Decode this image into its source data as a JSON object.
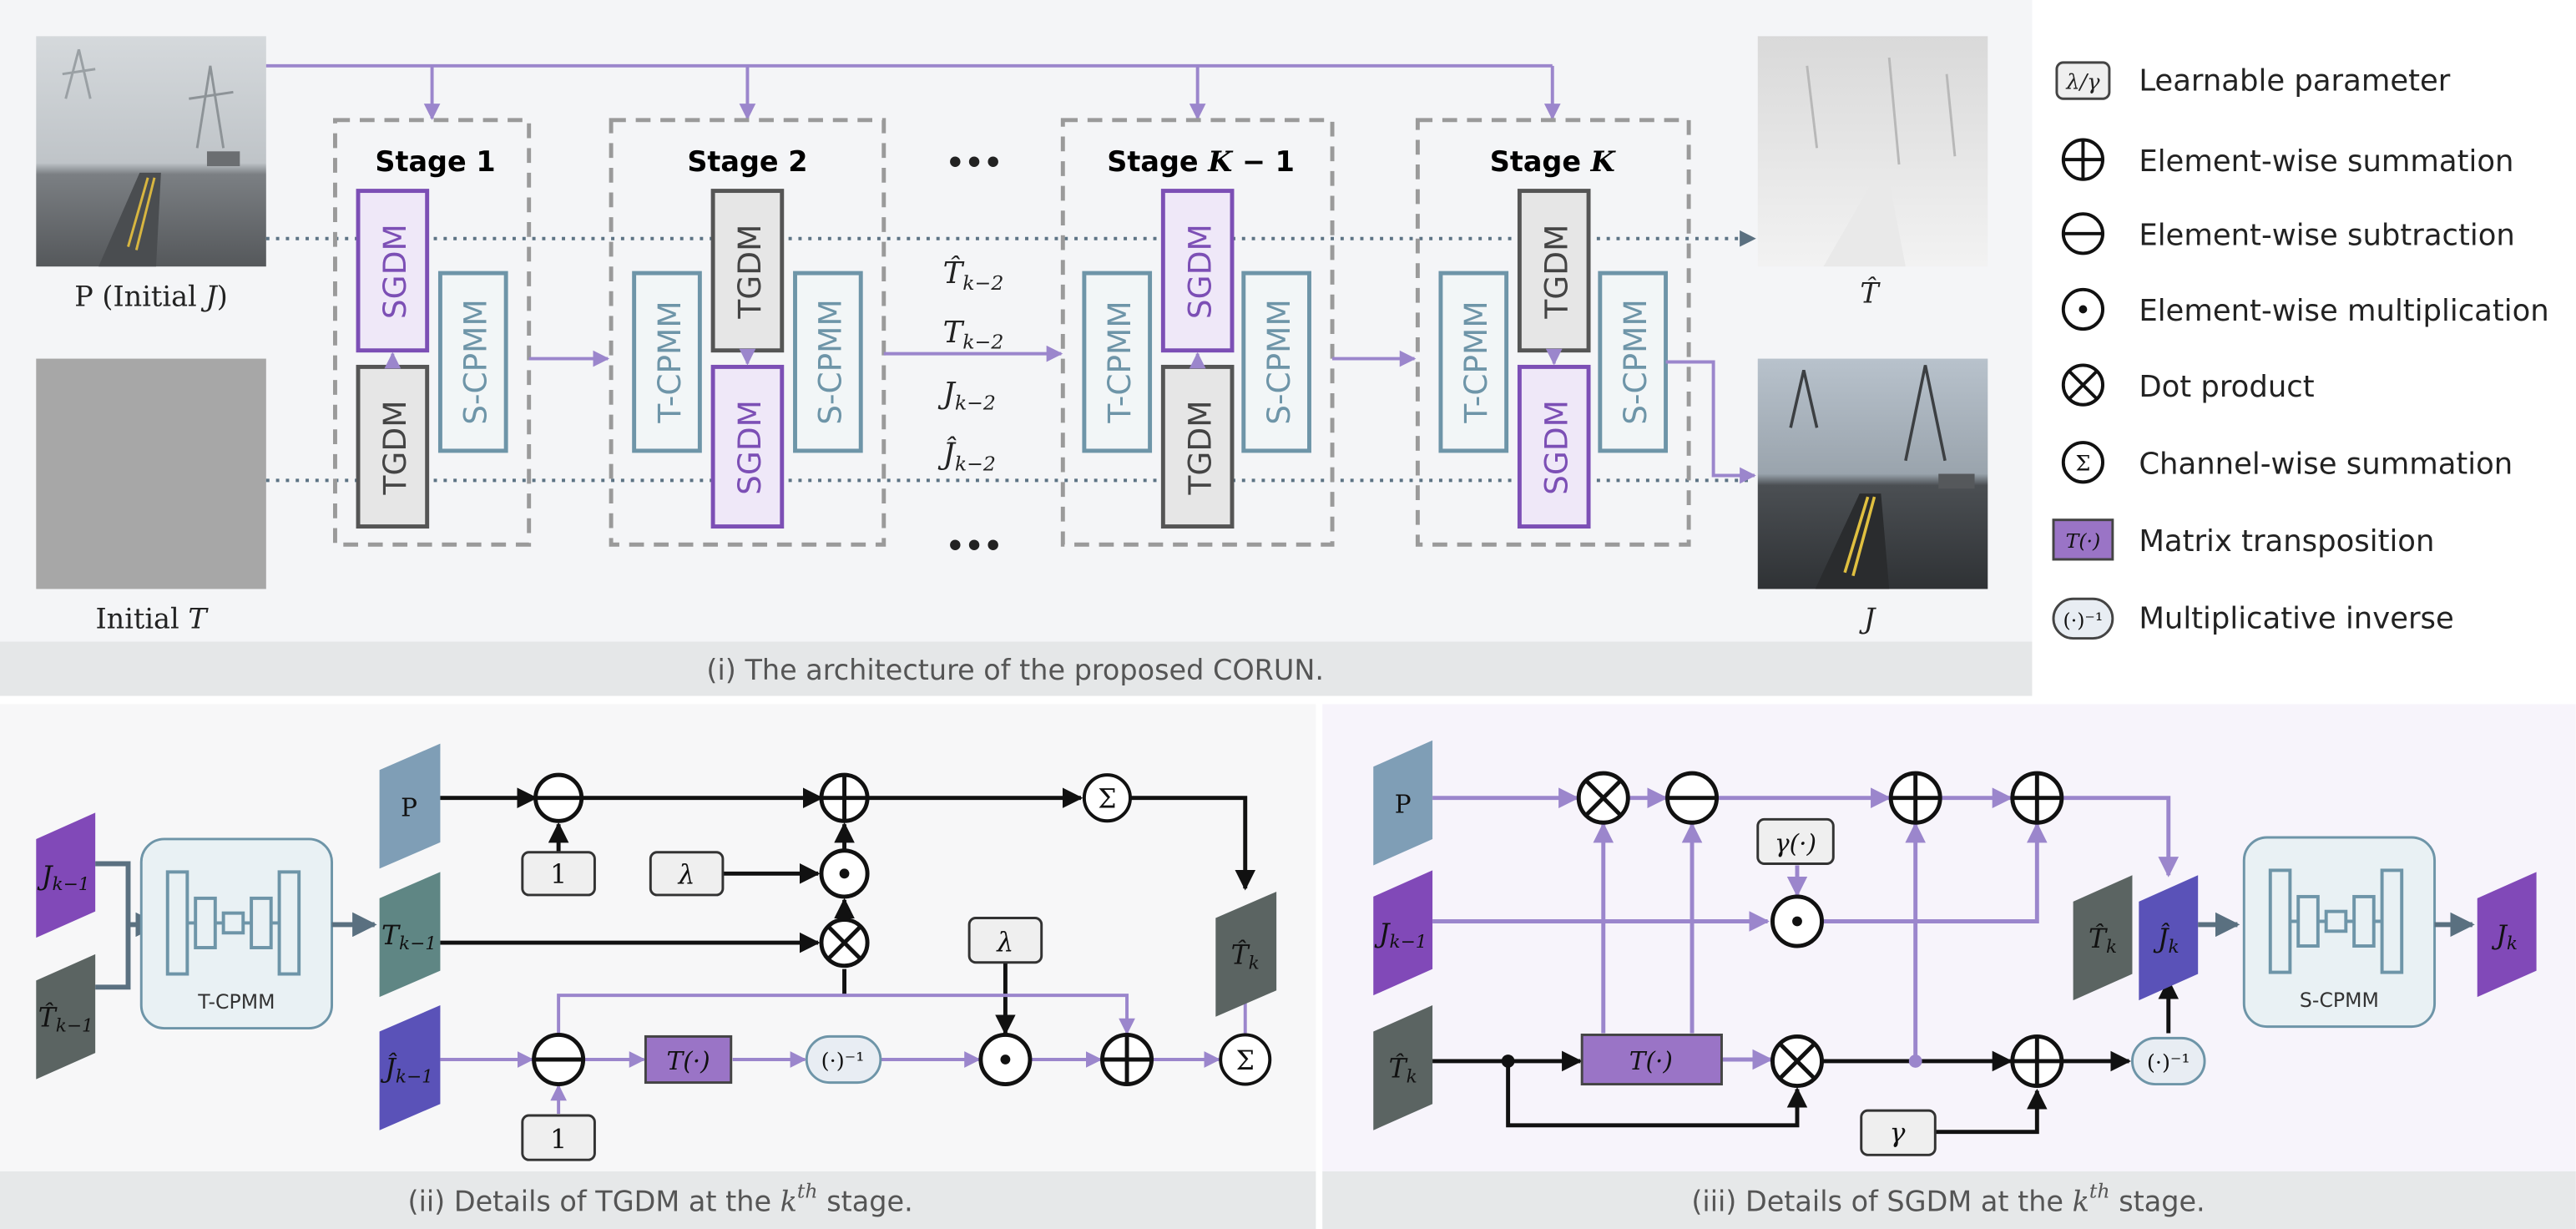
{
  "panel1": {
    "caption": "(i) The architecture of the proposed CORUN.",
    "input_p_label": "P (Initial ",
    "input_p_var": "J",
    "input_p_close": ")",
    "input_t_label": "Initial ",
    "input_t_var": "T",
    "output_t_label": "T̂",
    "output_j_label": "J",
    "ellipsis": "•••",
    "stages": [
      {
        "title": "Stage 1",
        "modules": [
          "SGDM",
          "TGDM",
          "S-CPMM"
        ]
      },
      {
        "title": "Stage 2",
        "modules": [
          "T-CPMM",
          "TGDM",
          "SGDM",
          "S-CPMM"
        ]
      },
      {
        "title": "Stage ",
        "title_var": "K",
        "title_suffix": " − 1",
        "modules": [
          "T-CPMM",
          "SGDM",
          "TGDM",
          "S-CPMM"
        ]
      },
      {
        "title": "Stage ",
        "title_var": "K",
        "modules": [
          "T-CPMM",
          "TGDM",
          "SGDM",
          "S-CPMM"
        ]
      }
    ],
    "mid_vars": [
      {
        "base": "T̂",
        "sub": "k−2"
      },
      {
        "base": "T",
        "sub": "k−2"
      },
      {
        "base": "J",
        "sub": "k−2"
      },
      {
        "base": "Ĵ",
        "sub": "k−2"
      }
    ]
  },
  "legend": [
    {
      "icon": "lambda-gamma-box-icon",
      "symbol": "λ/γ",
      "label": "Learnable parameter"
    },
    {
      "icon": "circle-plus-icon",
      "label": "Element-wise summation"
    },
    {
      "icon": "circle-minus-icon",
      "label": "Element-wise subtraction"
    },
    {
      "icon": "circle-dot-icon",
      "label": "Element-wise multiplication"
    },
    {
      "icon": "circle-times-icon",
      "label": "Dot product"
    },
    {
      "icon": "circle-sigma-icon",
      "symbol": "Σ",
      "label": "Channel-wise summation"
    },
    {
      "icon": "transpose-box-icon",
      "symbol": "T(·)",
      "label": "Matrix transposition"
    },
    {
      "icon": "inverse-box-icon",
      "symbol": "(·)⁻¹",
      "label": "Multiplicative inverse"
    }
  ],
  "panel2": {
    "caption_pre": "(ii) Details of TGDM at the ",
    "caption_var": "k",
    "caption_sup": "th",
    "caption_post": " stage.",
    "inputs": [
      {
        "base": "J",
        "sub": "k−1"
      },
      {
        "base": "T̂",
        "sub": "k−1"
      }
    ],
    "cpmm_label": "T-CPMM",
    "p_label": "P",
    "t_label": {
      "base": "T",
      "sub": "k−1"
    },
    "jhat_label": {
      "base": "Ĵ",
      "sub": "k−1"
    },
    "one_label": "1",
    "lambda_label": "λ",
    "transpose_label": "T(·)",
    "inverse_label": "(·)⁻¹",
    "sigma": "Σ",
    "output": {
      "base": "T̂",
      "sub": "k"
    }
  },
  "panel3": {
    "caption_pre": "(iii) Details of SGDM at the ",
    "caption_var": "k",
    "caption_sup": "th",
    "caption_post": " stage.",
    "p_label": "P",
    "j_label": {
      "base": "J",
      "sub": "k−1"
    },
    "t_label": {
      "base": "T̂",
      "sub": "k"
    },
    "gamma_fn_label": "γ(·)",
    "gamma_label": "γ",
    "transpose_label": "T(·)",
    "inverse_label": "(·)⁻¹",
    "that_label": {
      "base": "T̂",
      "sub": "k"
    },
    "jhat_label": {
      "base": "Ĵ",
      "sub": "k"
    },
    "cpmm_label": "S-CPMM",
    "output": {
      "base": "J",
      "sub": "k"
    }
  },
  "colors": {
    "purple_line": "#9b86cc",
    "dark_line": "#111111",
    "sgdm_fill": "#efe8f8",
    "sgdm_stroke": "#7c4fb5",
    "tgdm_fill": "#e6e6e6",
    "tgdm_stroke": "#555555",
    "cpmm_stroke": "#6e95a8",
    "j_purple": "#8149b8",
    "t_grey": "#5b6462",
    "p_blue": "#7f9eb6",
    "jhat_indigo": "#5a52b8"
  }
}
